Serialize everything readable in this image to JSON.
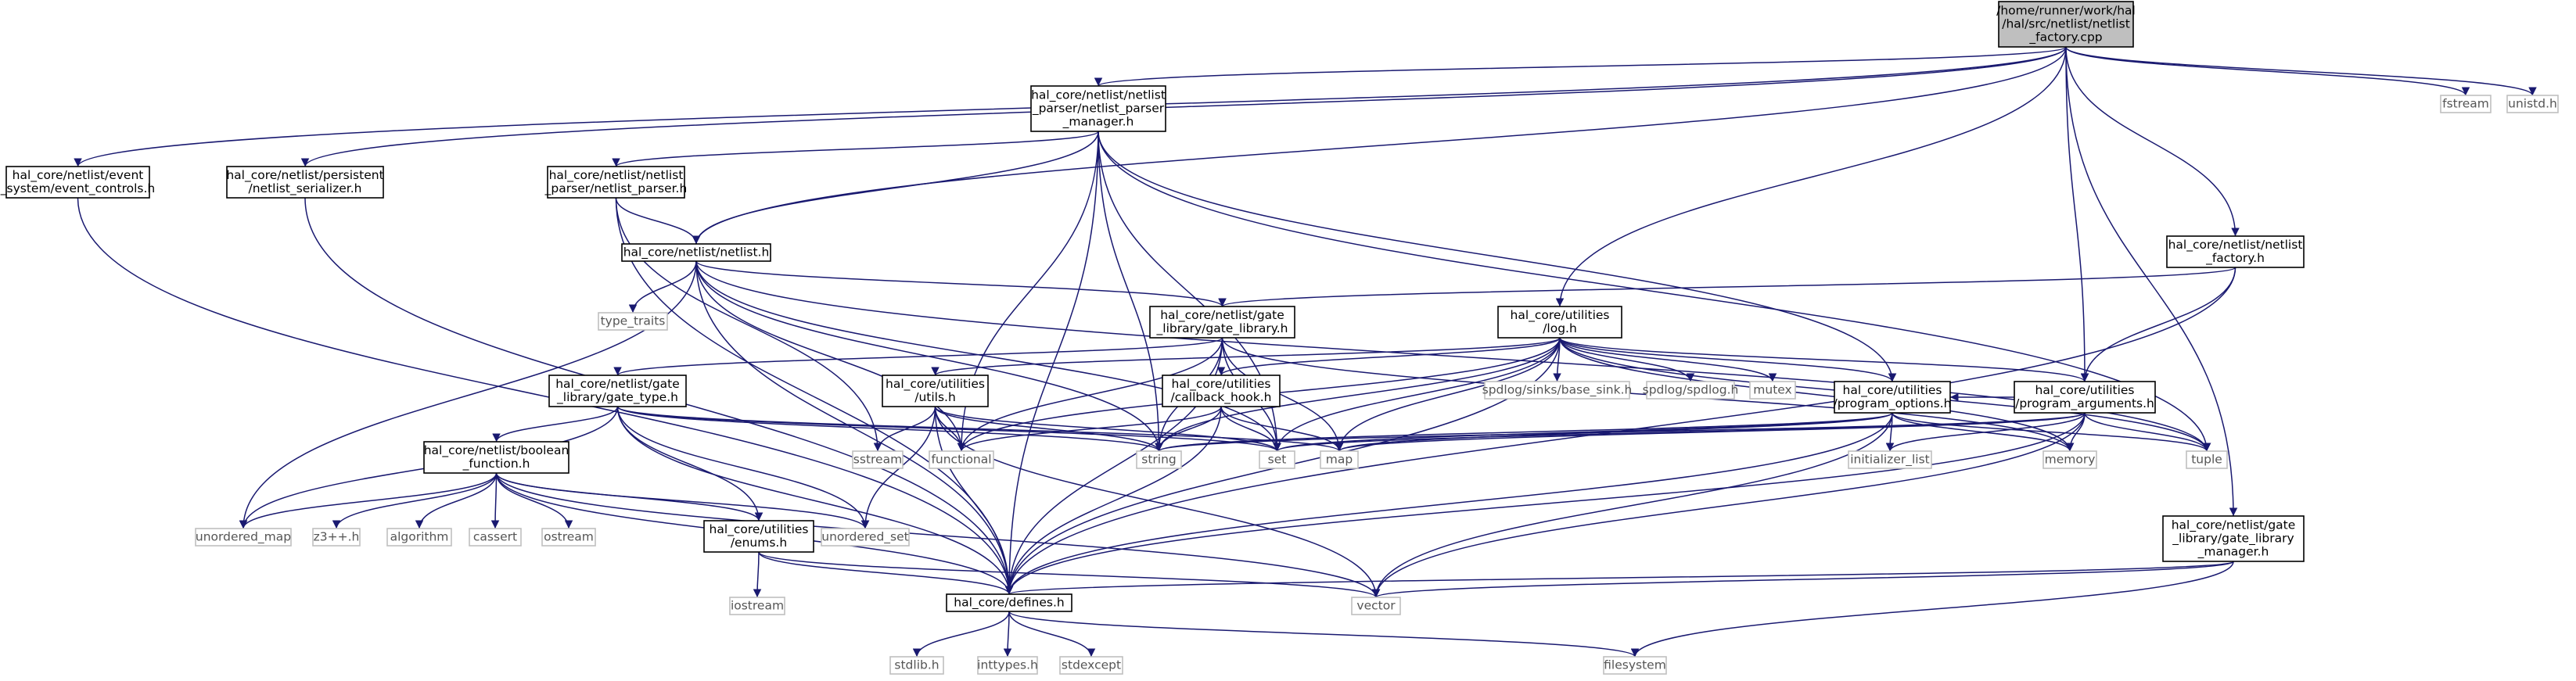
{
  "colors": {
    "edge": "#191970",
    "root_fill": "#bfbfbf",
    "node_fill": "#ffffff",
    "node_border": "#000000",
    "sys_border": "#bfbfbf",
    "sys_text": "#555555"
  },
  "nodes": [
    {
      "id": "root",
      "lines": [
        "/home/runner/work/hal",
        "/hal/src/netlist/netlist",
        "_factory.cpp"
      ],
      "kind": "root"
    },
    {
      "id": "ec",
      "lines": [
        "hal_core/netlist/event",
        "_system/event_controls.h"
      ],
      "kind": "local"
    },
    {
      "id": "ser",
      "lines": [
        "hal_core/netlist/persistent",
        "/netlist_serializer.h"
      ],
      "kind": "local"
    },
    {
      "id": "npm",
      "lines": [
        "hal_core/netlist/netlist",
        "_parser/netlist_parser",
        "_manager.h"
      ],
      "kind": "local"
    },
    {
      "id": "np",
      "lines": [
        "hal_core/netlist/netlist",
        "_parser/netlist_parser.h"
      ],
      "kind": "local"
    },
    {
      "id": "nl",
      "lines": [
        "hal_core/netlist/netlist.h"
      ],
      "kind": "local"
    },
    {
      "id": "nf",
      "lines": [
        "hal_core/netlist/netlist",
        "_factory.h"
      ],
      "kind": "local"
    },
    {
      "id": "gl",
      "lines": [
        "hal_core/netlist/gate",
        "_library/gate_library.h"
      ],
      "kind": "local"
    },
    {
      "id": "log",
      "lines": [
        "hal_core/utilities",
        "/log.h"
      ],
      "kind": "local"
    },
    {
      "id": "gt",
      "lines": [
        "hal_core/netlist/gate",
        "_library/gate_type.h"
      ],
      "kind": "local"
    },
    {
      "id": "ut",
      "lines": [
        "hal_core/utilities",
        "/utils.h"
      ],
      "kind": "local"
    },
    {
      "id": "cb",
      "lines": [
        "hal_core/utilities",
        "/callback_hook.h"
      ],
      "kind": "local"
    },
    {
      "id": "po",
      "lines": [
        "hal_core/utilities",
        "/program_options.h"
      ],
      "kind": "local"
    },
    {
      "id": "pa",
      "lines": [
        "hal_core/utilities",
        "/program_arguments.h"
      ],
      "kind": "local"
    },
    {
      "id": "bf",
      "lines": [
        "hal_core/netlist/boolean",
        "_function.h"
      ],
      "kind": "local"
    },
    {
      "id": "en",
      "lines": [
        "hal_core/utilities",
        "/enums.h"
      ],
      "kind": "local"
    },
    {
      "id": "glm",
      "lines": [
        "hal_core/netlist/gate",
        "_library/gate_library",
        "_manager.h"
      ],
      "kind": "local"
    },
    {
      "id": "def",
      "lines": [
        "hal_core/defines.h"
      ],
      "kind": "local"
    },
    {
      "id": "fstream",
      "lines": [
        "fstream"
      ],
      "kind": "sys"
    },
    {
      "id": "unistd",
      "lines": [
        "unistd.h"
      ],
      "kind": "sys"
    },
    {
      "id": "tt",
      "lines": [
        "type_traits"
      ],
      "kind": "sys"
    },
    {
      "id": "sink",
      "lines": [
        "spdlog/sinks/base_sink.h"
      ],
      "kind": "sys"
    },
    {
      "id": "spd",
      "lines": [
        "spdlog/spdlog.h"
      ],
      "kind": "sys"
    },
    {
      "id": "mutex",
      "lines": [
        "mutex"
      ],
      "kind": "sys"
    },
    {
      "id": "sstream",
      "lines": [
        "sstream"
      ],
      "kind": "sys"
    },
    {
      "id": "functional",
      "lines": [
        "functional"
      ],
      "kind": "sys"
    },
    {
      "id": "string",
      "lines": [
        "string"
      ],
      "kind": "sys"
    },
    {
      "id": "set",
      "lines": [
        "set"
      ],
      "kind": "sys"
    },
    {
      "id": "map",
      "lines": [
        "map"
      ],
      "kind": "sys"
    },
    {
      "id": "il",
      "lines": [
        "initializer_list"
      ],
      "kind": "sys"
    },
    {
      "id": "memory",
      "lines": [
        "memory"
      ],
      "kind": "sys"
    },
    {
      "id": "tuple",
      "lines": [
        "tuple"
      ],
      "kind": "sys"
    },
    {
      "id": "umap",
      "lines": [
        "unordered_map"
      ],
      "kind": "sys"
    },
    {
      "id": "z3",
      "lines": [
        "z3++.h"
      ],
      "kind": "sys"
    },
    {
      "id": "algo",
      "lines": [
        "algorithm"
      ],
      "kind": "sys"
    },
    {
      "id": "cassert",
      "lines": [
        "cassert"
      ],
      "kind": "sys"
    },
    {
      "id": "ostream",
      "lines": [
        "ostream"
      ],
      "kind": "sys"
    },
    {
      "id": "uset",
      "lines": [
        "unordered_set"
      ],
      "kind": "sys"
    },
    {
      "id": "iostream",
      "lines": [
        "iostream"
      ],
      "kind": "sys"
    },
    {
      "id": "vector",
      "lines": [
        "vector"
      ],
      "kind": "sys"
    },
    {
      "id": "stdlib",
      "lines": [
        "stdlib.h"
      ],
      "kind": "sys"
    },
    {
      "id": "inttypes",
      "lines": [
        "inttypes.h"
      ],
      "kind": "sys"
    },
    {
      "id": "stdexcept",
      "lines": [
        "stdexcept"
      ],
      "kind": "sys"
    },
    {
      "id": "fs",
      "lines": [
        "filesystem"
      ],
      "kind": "sys"
    }
  ],
  "edges": [
    [
      "root",
      "ec"
    ],
    [
      "root",
      "ser"
    ],
    [
      "root",
      "npm"
    ],
    [
      "root",
      "nl"
    ],
    [
      "root",
      "nf"
    ],
    [
      "root",
      "log"
    ],
    [
      "root",
      "pa"
    ],
    [
      "root",
      "glm"
    ],
    [
      "root",
      "fstream"
    ],
    [
      "root",
      "unistd"
    ],
    [
      "ec",
      "def"
    ],
    [
      "ser",
      "def"
    ],
    [
      "npm",
      "np"
    ],
    [
      "npm",
      "nl"
    ],
    [
      "npm",
      "def"
    ],
    [
      "npm",
      "functional"
    ],
    [
      "npm",
      "string"
    ],
    [
      "npm",
      "set"
    ],
    [
      "npm",
      "po"
    ],
    [
      "npm",
      "tuple"
    ],
    [
      "np",
      "nl"
    ],
    [
      "np",
      "def"
    ],
    [
      "np",
      "sstream"
    ],
    [
      "nl",
      "gl"
    ],
    [
      "nl",
      "def"
    ],
    [
      "nl",
      "tt"
    ],
    [
      "nl",
      "umap"
    ],
    [
      "nl",
      "functional"
    ],
    [
      "nl",
      "string"
    ],
    [
      "nl",
      "set"
    ],
    [
      "nl",
      "tuple"
    ],
    [
      "nf",
      "gl"
    ],
    [
      "nf",
      "pa"
    ],
    [
      "nf",
      "def"
    ],
    [
      "gl",
      "gt"
    ],
    [
      "gl",
      "def"
    ],
    [
      "gl",
      "string"
    ],
    [
      "gl",
      "map"
    ],
    [
      "gl",
      "set"
    ],
    [
      "gl",
      "functional"
    ],
    [
      "gl",
      "memory"
    ],
    [
      "log",
      "ut"
    ],
    [
      "log",
      "cb"
    ],
    [
      "log",
      "po"
    ],
    [
      "log",
      "pa"
    ],
    [
      "log",
      "sink"
    ],
    [
      "log",
      "spd"
    ],
    [
      "log",
      "mutex"
    ],
    [
      "log",
      "string"
    ],
    [
      "log",
      "set"
    ],
    [
      "log",
      "map"
    ],
    [
      "log",
      "functional"
    ],
    [
      "log",
      "memory"
    ],
    [
      "log",
      "tuple"
    ],
    [
      "log",
      "def"
    ],
    [
      "gt",
      "bf"
    ],
    [
      "gt",
      "en"
    ],
    [
      "gt",
      "def"
    ],
    [
      "gt",
      "string"
    ],
    [
      "gt",
      "set"
    ],
    [
      "gt",
      "map"
    ],
    [
      "gt",
      "umap"
    ],
    [
      "gt",
      "uset"
    ],
    [
      "ut",
      "def"
    ],
    [
      "ut",
      "sstream"
    ],
    [
      "ut",
      "functional"
    ],
    [
      "ut",
      "string"
    ],
    [
      "ut",
      "set"
    ],
    [
      "ut",
      "vector"
    ],
    [
      "ut",
      "uset"
    ],
    [
      "cb",
      "def"
    ],
    [
      "cb",
      "functional"
    ],
    [
      "cb",
      "string"
    ],
    [
      "cb",
      "set"
    ],
    [
      "cb",
      "map"
    ],
    [
      "po",
      "def"
    ],
    [
      "po",
      "il"
    ],
    [
      "po",
      "map"
    ],
    [
      "po",
      "set"
    ],
    [
      "po",
      "string"
    ],
    [
      "po",
      "vector"
    ],
    [
      "po",
      "memory"
    ],
    [
      "po",
      "tuple"
    ],
    [
      "pa",
      "po"
    ],
    [
      "pa",
      "def"
    ],
    [
      "pa",
      "il"
    ],
    [
      "pa",
      "map"
    ],
    [
      "pa",
      "set"
    ],
    [
      "pa",
      "string"
    ],
    [
      "pa",
      "vector"
    ],
    [
      "pa",
      "memory"
    ],
    [
      "pa",
      "tuple"
    ],
    [
      "bf",
      "en"
    ],
    [
      "bf",
      "def"
    ],
    [
      "bf",
      "umap"
    ],
    [
      "bf",
      "z3"
    ],
    [
      "bf",
      "algo"
    ],
    [
      "bf",
      "cassert"
    ],
    [
      "bf",
      "ostream"
    ],
    [
      "bf",
      "uset"
    ],
    [
      "bf",
      "vector"
    ],
    [
      "en",
      "def"
    ],
    [
      "en",
      "iostream"
    ],
    [
      "en",
      "vector"
    ],
    [
      "glm",
      "def"
    ],
    [
      "glm",
      "vector"
    ],
    [
      "glm",
      "fs"
    ],
    [
      "def",
      "stdlib"
    ],
    [
      "def",
      "inttypes"
    ],
    [
      "def",
      "stdexcept"
    ],
    [
      "def",
      "fs"
    ]
  ]
}
